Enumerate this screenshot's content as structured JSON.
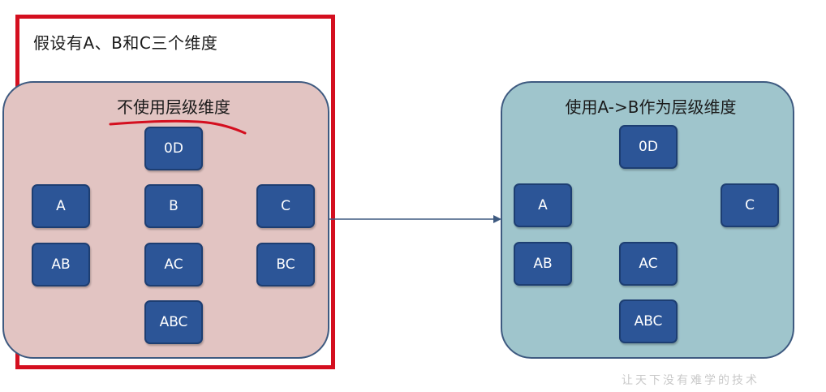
{
  "assumption": "假设有A、B和C三个维度",
  "left_panel": {
    "title": "不使用层级维度",
    "cuboids": {
      "zero_d": "0D",
      "a": "A",
      "b": "B",
      "c": "C",
      "ab": "AB",
      "ac": "AC",
      "bc": "BC",
      "abc": "ABC"
    }
  },
  "right_panel": {
    "title": "使用A->B作为层级维度",
    "cuboids": {
      "zero_d": "0D",
      "a": "A",
      "c": "C",
      "ab": "AB",
      "ac": "AC",
      "abc": "ABC"
    }
  },
  "watermark": "让天下没有难学的技术",
  "colors": {
    "highlight_frame": "#d40f1f",
    "left_panel_fill": "#e2c4c2",
    "right_panel_fill": "#9fc5cc",
    "panel_border": "#3e5a80",
    "cuboid_fill": "#2c5597",
    "arrow": "#3e5a80",
    "underline": "#d40f1f"
  }
}
